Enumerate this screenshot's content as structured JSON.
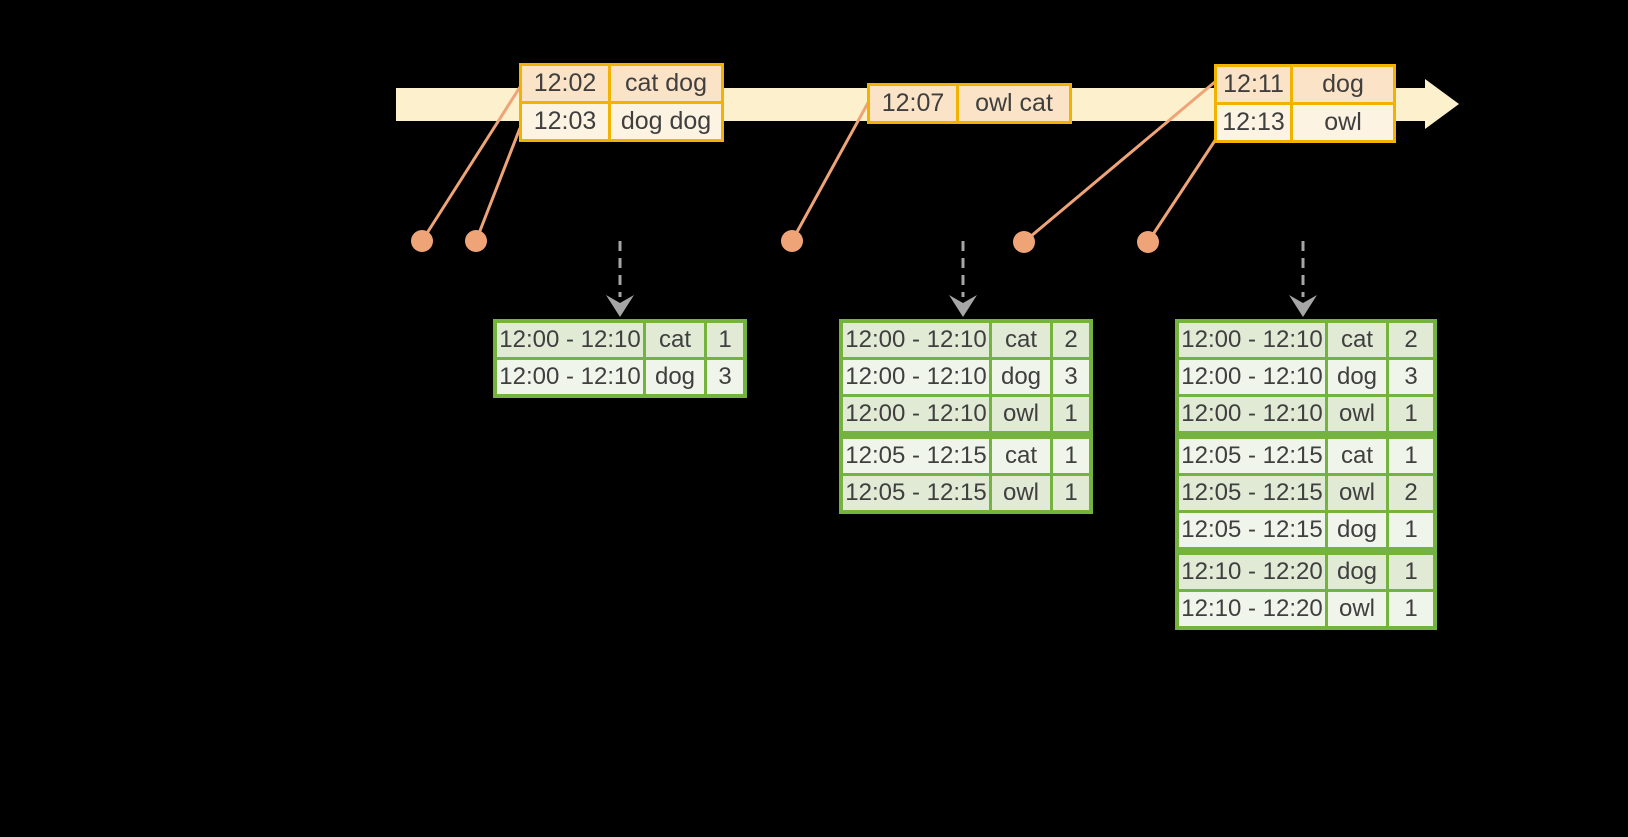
{
  "colors": {
    "background": "#000000",
    "band": "#FCF1CC",
    "gold": "#F2B200",
    "peach": "#FAE3C6",
    "cream": "#FDF3E2",
    "salmon": "#EFA478",
    "green": "#73B33E",
    "green_row_dark": "#E0EAD5",
    "green_row_light": "#F0F5EB",
    "gray": "#A6A6A6",
    "text": "#3F3F3F"
  },
  "event_tables": [
    {
      "rows": [
        {
          "time": "12:02",
          "words": "cat dog"
        },
        {
          "time": "12:03",
          "words": "dog dog"
        }
      ]
    },
    {
      "rows": [
        {
          "time": "12:07",
          "words": "owl cat"
        }
      ]
    },
    {
      "rows": [
        {
          "time": "12:11",
          "words": "dog"
        },
        {
          "time": "12:13",
          "words": "owl"
        }
      ]
    }
  ],
  "result_tables": [
    {
      "rows": [
        [
          "12:00 - 12:10",
          "cat",
          "1"
        ],
        [
          "12:00 - 12:10",
          "dog",
          "3"
        ]
      ]
    },
    {
      "rows": [
        [
          "12:00 - 12:10",
          "cat",
          "2"
        ],
        [
          "12:00 - 12:10",
          "dog",
          "3"
        ],
        [
          "12:00 - 12:10",
          "owl",
          "1"
        ],
        [
          "12:05 - 12:15",
          "cat",
          "1"
        ],
        [
          "12:05 - 12:15",
          "owl",
          "1"
        ]
      ]
    },
    {
      "rows": [
        [
          "12:00 - 12:10",
          "cat",
          "2"
        ],
        [
          "12:00 - 12:10",
          "dog",
          "3"
        ],
        [
          "12:00 - 12:10",
          "owl",
          "1"
        ],
        [
          "12:05 - 12:15",
          "cat",
          "1"
        ],
        [
          "12:05 - 12:15",
          "owl",
          "2"
        ],
        [
          "12:05 - 12:15",
          "dog",
          "1"
        ],
        [
          "12:10 - 12:20",
          "dog",
          "1"
        ],
        [
          "12:10 - 12:20",
          "owl",
          "1"
        ]
      ]
    }
  ]
}
